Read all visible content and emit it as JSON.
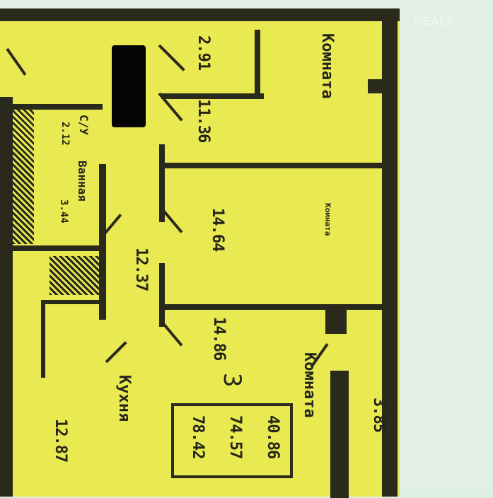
{
  "watermark": "REALT",
  "plan": {
    "rooms": [
      {
        "name": "Комната",
        "area": "11.36"
      },
      {
        "name": "Комната",
        "area": "14.64"
      },
      {
        "name": "Комната",
        "area": "14.86"
      },
      {
        "name": "Кухня",
        "area": "12.87"
      }
    ],
    "small_label": "Комната",
    "hall_area": "12.37",
    "closet_area": "2.91",
    "bathroom": {
      "label": "С/У",
      "area": "2.12"
    },
    "bath": {
      "label": "Ванная",
      "area": "3.44"
    },
    "balcony_area": "3.85",
    "room_count": "3",
    "totals": {
      "living": "40.86",
      "total": "74.57",
      "total_with_balcony": "78.42"
    }
  }
}
